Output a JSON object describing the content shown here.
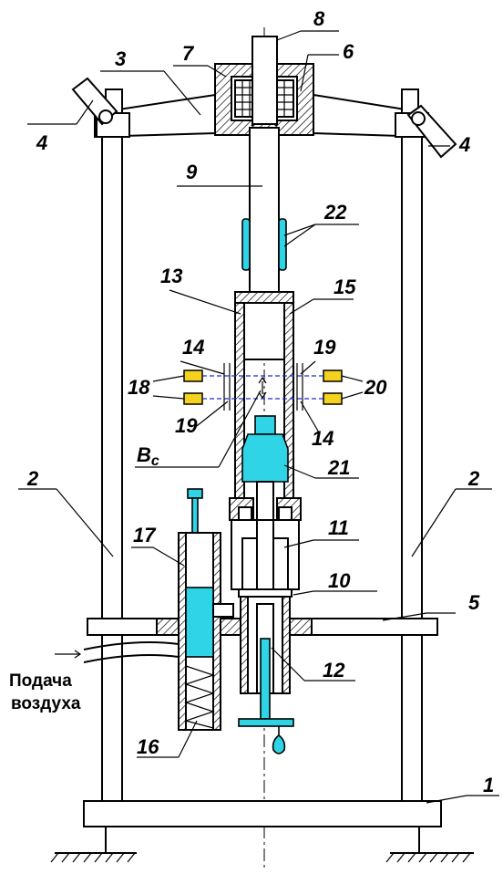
{
  "labels": {
    "n1": "1",
    "n2a": "2",
    "n2b": "2",
    "n3": "3",
    "n4a": "4",
    "n4b": "4",
    "n5": "5",
    "n6": "6",
    "n7": "7",
    "n8": "8",
    "n9": "9",
    "n10": "10",
    "n11": "11",
    "n12": "12",
    "n13": "13",
    "n14a": "14",
    "n14b": "14",
    "n15": "15",
    "n16": "16",
    "n17": "17",
    "n18": "18",
    "n19a": "19",
    "n19b": "19",
    "n20": "20",
    "n21": "21",
    "n22": "22"
  },
  "bc_label": {
    "main": "B",
    "sub": "c"
  },
  "air_label": {
    "line1": "Подача",
    "line2": "воздуха"
  },
  "colors": {
    "cyan": "#2fd5e6",
    "yellow": "#f5d21e",
    "blue_dash": "#1f2bd6"
  }
}
